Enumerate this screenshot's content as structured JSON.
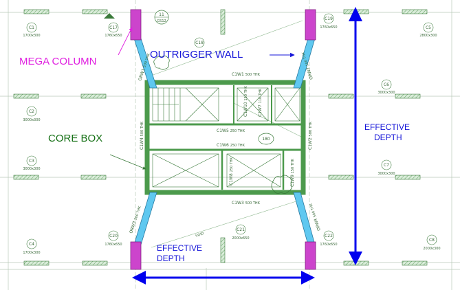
{
  "labels": {
    "mega_column": "MEGA COLUMN",
    "outrigger_wall": "OUTRIGGER WALL",
    "core_box": "CORE BOX",
    "effective_depth_vertical": [
      "EFFECTIVE",
      "DEPTH"
    ],
    "effective_depth_horizontal": [
      "EFFECTIVE",
      "DEPTH"
    ]
  },
  "columns": [
    {
      "id": "C1",
      "size": "1700x300"
    },
    {
      "id": "C17",
      "size": "1760x650"
    },
    {
      "id": "C18",
      "size": ""
    },
    {
      "id": "C19",
      "size": "1760x650"
    },
    {
      "id": "C5",
      "size": "2800x300"
    },
    {
      "id": "C2",
      "size": "3000x300"
    },
    {
      "id": "C6",
      "size": "3000x300"
    },
    {
      "id": "C3",
      "size": "3000x300"
    },
    {
      "id": "C7",
      "size": "3000x300"
    },
    {
      "id": "C4",
      "size": "1700x300"
    },
    {
      "id": "C20",
      "size": "1760x650"
    },
    {
      "id": "C21",
      "size": "2000x650"
    },
    {
      "id": "C22",
      "size": "1760x650"
    },
    {
      "id": "C8",
      "size": "2000x300"
    }
  ],
  "walls": {
    "c1w1": {
      "name": "C1W1",
      "thk": "500 THK"
    },
    "c1w3": {
      "name": "C1W3",
      "thk": "500 THK"
    },
    "c1w4": {
      "name": "C1W4",
      "thk": "500 THK"
    },
    "c1w2": {
      "name": "C1W2",
      "thk": "500 THK"
    },
    "c1w5": {
      "name": "C1W5",
      "thk": "250 THK"
    },
    "c1w6": {
      "name": "C1W6",
      "thk": "250 THK"
    },
    "c1w7": {
      "name": "C1W7",
      "thk": "110 THK"
    },
    "c1w8": {
      "name": "C1W8",
      "thk": "250 THK"
    },
    "c1w9": {
      "name": "C1W9",
      "thk": "150 THK"
    },
    "c1w10": {
      "name": "C1W10",
      "thk": "150 THK"
    },
    "orw_tl": {
      "name": "ORW1",
      "thk": "500 THK"
    },
    "orw_tr": {
      "name": "ORW2",
      "thk": "500 THK"
    },
    "orw_bl": {
      "name": "ORW3",
      "thk": "500 THK"
    },
    "orw_br": {
      "name": "ORW4",
      "thk": "500 THK"
    }
  },
  "markers": {
    "core_tag": "180",
    "grid_bubble": "11",
    "grid_bubble_sub": "GS12",
    "void_label": "VOID"
  },
  "colors": {
    "mega_column": "#cc44cc",
    "outrigger_wall": "#5fc8f0",
    "core_wall": "#4c9a4c",
    "annotation_magenta": "#e020e0",
    "annotation_blue": "#1515d8",
    "annotation_green": "#157015",
    "arrow_blue": "#0000ee"
  }
}
